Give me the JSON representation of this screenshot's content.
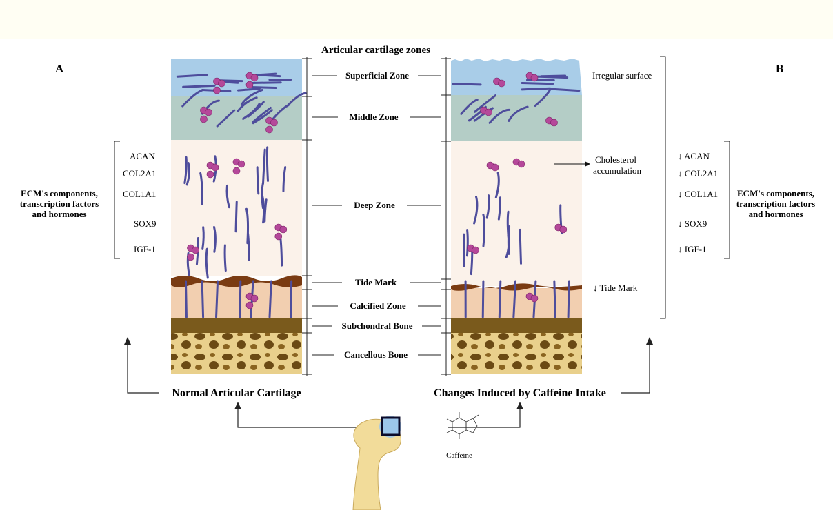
{
  "title": "Articular cartilage zones",
  "panel_a": {
    "letter": "A",
    "caption": "Normal Articular Cartilage"
  },
  "panel_b": {
    "letter": "B",
    "caption": "Changes Induced by Caffeine Intake"
  },
  "zones": {
    "superficial": "Superficial  Zone",
    "middle": "Middle Zone",
    "deep": "Deep Zone",
    "tide": "Tide Mark",
    "calcified": "Calcified Zone",
    "subchondral": "Subchondral Bone",
    "cancellous": "Cancellous Bone"
  },
  "left_markers": [
    "ACAN",
    "COL2A1",
    "COL1A1",
    "SOX9",
    "IGF-1"
  ],
  "right_markers": [
    "↓ ACAN",
    "↓ COL2A1",
    "↓ COL1A1",
    "↓ SOX9",
    "↓ IGF-1"
  ],
  "ecm_label": [
    "ECM's components,",
    "transcription factors",
    "and hormones"
  ],
  "irregular_surface": "Irregular surface",
  "cholesterol": [
    "Cholesterol",
    "accumulation"
  ],
  "tide_decrease": "↓ Tide Mark",
  "caffeine": "Caffeine",
  "colors": {
    "superficial": "#a9cde8",
    "middle": "#b4cdc6",
    "deep": "#fbf2ea",
    "tide": "#7a3b12",
    "calcified": "#f2cfb0",
    "subchondral": "#7a5a1c",
    "cancellous": "#e8cf8a",
    "fiber": "#4e4d9c",
    "cell": "#b5489a",
    "bone": "#f2dc9a"
  }
}
